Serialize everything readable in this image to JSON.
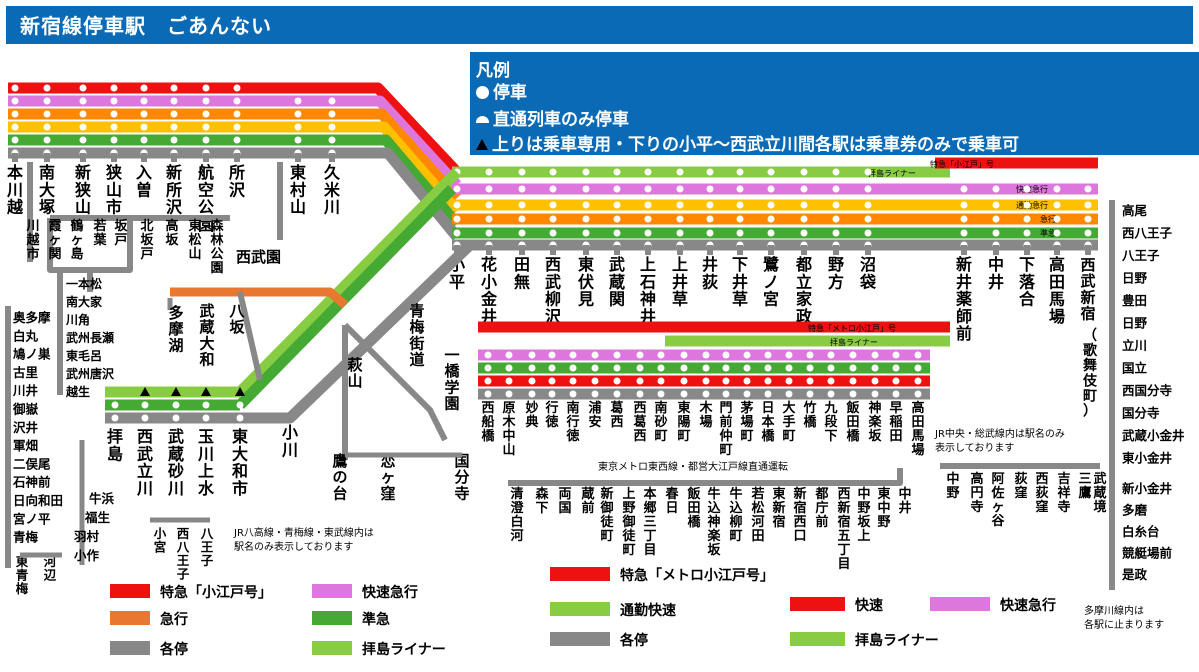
{
  "header": {
    "title": "新宿線停車駅　ごあんない"
  },
  "legend": {
    "title": "凡例",
    "items": [
      {
        "icon": "circle-icon",
        "label": "停車"
      },
      {
        "icon": "half-circle-icon",
        "label": "直通列車のみ停車"
      },
      {
        "icon": "triangle-icon",
        "label": "上りは乗車専用・下りの小平～西武立川間各駅は乗車券のみで乗車可"
      }
    ]
  },
  "colors": {
    "red": "#ee1111",
    "pink": "#dd77dd",
    "orange": "#ff8800",
    "yellow": "#ffc000",
    "rapid_orange": "#e87830",
    "green": "#44aa33",
    "lightgreen": "#88cc44",
    "gray": "#888888",
    "blue": "#0a6ab5"
  },
  "shinjuku_line": {
    "stations": [
      "本川越",
      "南大塚",
      "新狭山",
      "狭山市",
      "入曽",
      "新所沢",
      "航空公園",
      "所沢",
      "東村山",
      "久米川",
      "小平",
      "花小金井",
      "田無",
      "西武柳沢",
      "東伏見",
      "武蔵関",
      "上石神井",
      "上井草",
      "井荻",
      "下井草",
      "鷺ノ宮",
      "都立家政",
      "野方",
      "沼袋",
      "新井薬師前",
      "中井",
      "下落合",
      "高田馬場",
      "西武新宿（歌舞伎町）"
    ],
    "line_labels": [
      "特急「小江戸」号",
      "快速急行",
      "通勤急行",
      "急行",
      "準急",
      "拝島ライナー"
    ]
  },
  "haijima_line": {
    "stations": [
      "萩山",
      "青梅街道",
      "一橋学園",
      "鷹の台",
      "恋ヶ窪",
      "国分寺",
      "八坂",
      "武蔵大和",
      "多摩湖",
      "玉川上水",
      "武蔵砂川",
      "西武立川",
      "拝島",
      "東大和市",
      "小川"
    ],
    "upper_stations": [
      "西武園"
    ]
  },
  "jr_lines": {
    "kawagoe": [
      "川越市"
    ],
    "sayama": [
      "霞ヶ関",
      "鶴ヶ島",
      "若葉",
      "坂戸",
      "北坂戸",
      "高坂",
      "東松山",
      "森林公園"
    ],
    "tobu_list": [
      "一本松",
      "南大家",
      "川角",
      "武州長瀬",
      "東毛呂",
      "武州唐沢",
      "越生"
    ],
    "ome_list": [
      "奥多摩",
      "白丸",
      "鳩ノ巣",
      "古里",
      "川井",
      "御嶽",
      "沢井",
      "軍畑",
      "二俣尾",
      "石神前",
      "日向和田",
      "宮ノ平",
      "青梅",
      "東青梅",
      "河辺"
    ],
    "hachiko_list": [
      "牛浜",
      "福生",
      "羽村",
      "小作",
      "小宮",
      "西八王子",
      "八王子"
    ],
    "note_jr": "JR八高線・青梅線・東武線内は駅名のみ表示しております"
  },
  "chuo_line": {
    "stations": [
      "高尾",
      "西八王子",
      "八王子",
      "日野",
      "豊田",
      "日野",
      "立川",
      "国立",
      "西国分寺",
      "国分寺",
      "武蔵小金井",
      "東小金井"
    ],
    "tama_list": [
      "新小金井",
      "多磨",
      "白糸台",
      "競艇場前",
      "是政"
    ],
    "note_chuo": "JR中央・総武線内は駅名のみ表示しております",
    "note_tama": "多摩川線内は各駅に止まります"
  },
  "tozai": {
    "label_red": "特急「メトロ小江戸」号",
    "label_green": "拝島ライナー",
    "stations": [
      "西船橋",
      "原木中山",
      "妙典",
      "行徳",
      "南行徳",
      "浦安",
      "葛西",
      "西葛西",
      "南砂町",
      "東陽町",
      "木場",
      "門前仲町",
      "茅場町",
      "日本橋",
      "大手町",
      "竹橋",
      "九段下",
      "飯田橋",
      "神楽坂",
      "早稲田",
      "高田馬場"
    ],
    "note": "東京メトロ東西線・都営大江戸線直通運転",
    "oedo": [
      "清澄白河",
      "森下",
      "両国",
      "蔵前",
      "新御徒町",
      "上野御徒町",
      "本郷三丁目",
      "春日",
      "飯田橋",
      "牛込神楽坂",
      "牛込柳町",
      "若松河田",
      "東新宿",
      "新宿西口",
      "都庁前",
      "西新宿五丁目",
      "中野坂上",
      "東中野",
      "中井"
    ],
    "chuo_east": [
      "中野",
      "高円寺",
      "阿佐ヶ谷",
      "荻窪",
      "西荻窪",
      "吉祥寺",
      "三鷹",
      "武蔵境"
    ]
  },
  "bottom_legend": {
    "left": [
      "特急「小江戸号」",
      "快速急行",
      "急行",
      "準急",
      "各停",
      "拝島ライナー"
    ],
    "middle": [
      "特急「メトロ小江戸号」",
      "通勤快速",
      "各停"
    ],
    "right": [
      "快速",
      "快速急行",
      "拝島ライナー"
    ]
  }
}
